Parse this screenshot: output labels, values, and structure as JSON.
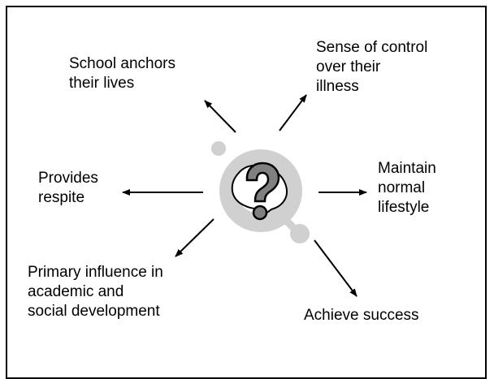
{
  "diagram": {
    "center_icon": "question-mark-speech-bubble-icon",
    "labels": {
      "school_anchors": [
        "School anchors",
        "their lives"
      ],
      "sense_of_control": [
        "Sense of control",
        "over their",
        "illness"
      ],
      "provides_respite": [
        "Provides",
        "respite"
      ],
      "maintain_lifestyle": [
        "Maintain",
        "normal",
        "lifestyle"
      ],
      "primary_influence": [
        "Primary influence in",
        "academic and",
        "social development"
      ],
      "achieve_success": [
        "Achieve success"
      ]
    },
    "colors": {
      "ring": "#d0d0d0",
      "bubble": "#ffffff",
      "question_fill": "#808080",
      "outline": "#000000"
    }
  }
}
